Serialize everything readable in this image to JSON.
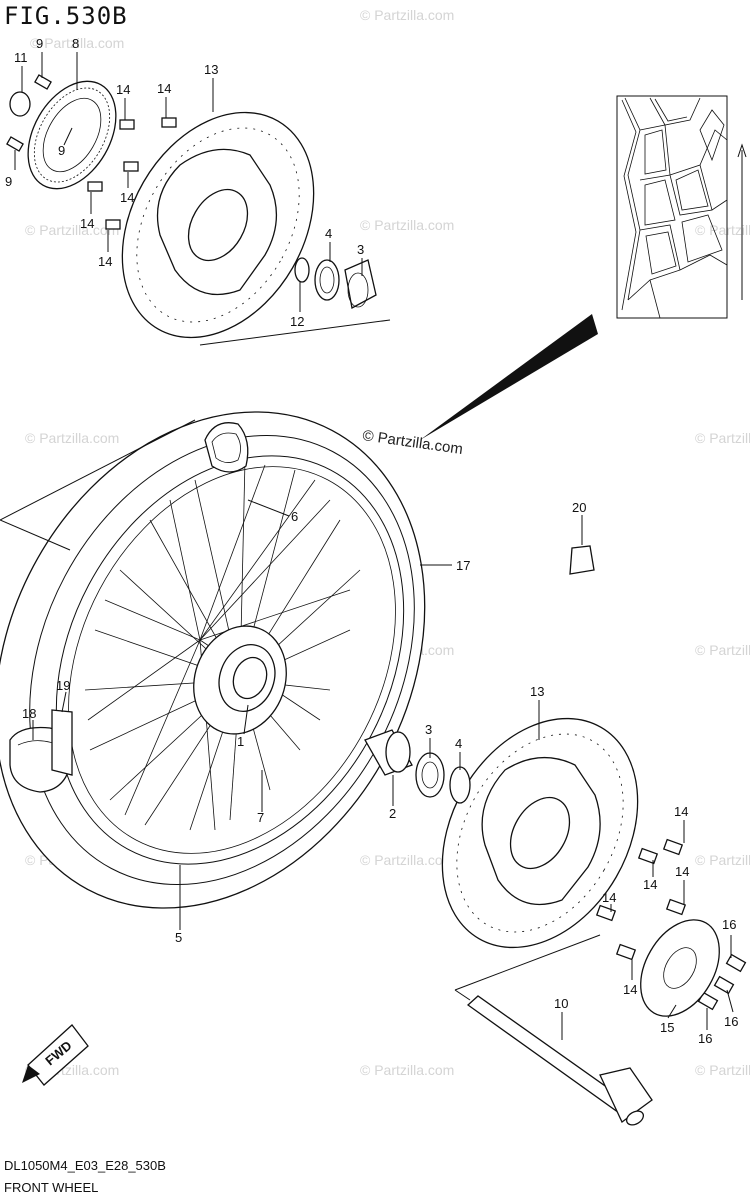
{
  "figure": {
    "title": "FIG.530B",
    "code": "DL1050M4_E03_E28_530B",
    "name": "FRONT WHEEL"
  },
  "watermark": "© Partzilla.com",
  "fwd_label": "FWD",
  "callouts": [
    {
      "id": "c9a",
      "text": "9"
    },
    {
      "id": "c8",
      "text": "8"
    },
    {
      "id": "c11",
      "text": "11"
    },
    {
      "id": "c9b",
      "text": "9"
    },
    {
      "id": "c9c",
      "text": "9"
    },
    {
      "id": "c14a",
      "text": "14"
    },
    {
      "id": "c14b",
      "text": "14"
    },
    {
      "id": "c14c",
      "text": "14"
    },
    {
      "id": "c14d",
      "text": "14"
    },
    {
      "id": "c14e",
      "text": "14"
    },
    {
      "id": "c13a",
      "text": "13"
    },
    {
      "id": "c4a",
      "text": "4"
    },
    {
      "id": "c3a",
      "text": "3"
    },
    {
      "id": "c12",
      "text": "12"
    },
    {
      "id": "c6",
      "text": "6"
    },
    {
      "id": "c17",
      "text": "17"
    },
    {
      "id": "c20",
      "text": "20"
    },
    {
      "id": "c19",
      "text": "19"
    },
    {
      "id": "c18",
      "text": "18"
    },
    {
      "id": "c1",
      "text": "1"
    },
    {
      "id": "c7",
      "text": "7"
    },
    {
      "id": "c5",
      "text": "5"
    },
    {
      "id": "c13b",
      "text": "13"
    },
    {
      "id": "c3b",
      "text": "3"
    },
    {
      "id": "c4b",
      "text": "4"
    },
    {
      "id": "c2",
      "text": "2"
    },
    {
      "id": "c14f",
      "text": "14"
    },
    {
      "id": "c14g",
      "text": "14"
    },
    {
      "id": "c14h",
      "text": "14"
    },
    {
      "id": "c14i",
      "text": "14"
    },
    {
      "id": "c14j",
      "text": "14"
    },
    {
      "id": "c16a",
      "text": "16"
    },
    {
      "id": "c16b",
      "text": "16"
    },
    {
      "id": "c16c",
      "text": "16"
    },
    {
      "id": "c10",
      "text": "10"
    },
    {
      "id": "c15",
      "text": "15"
    }
  ]
}
